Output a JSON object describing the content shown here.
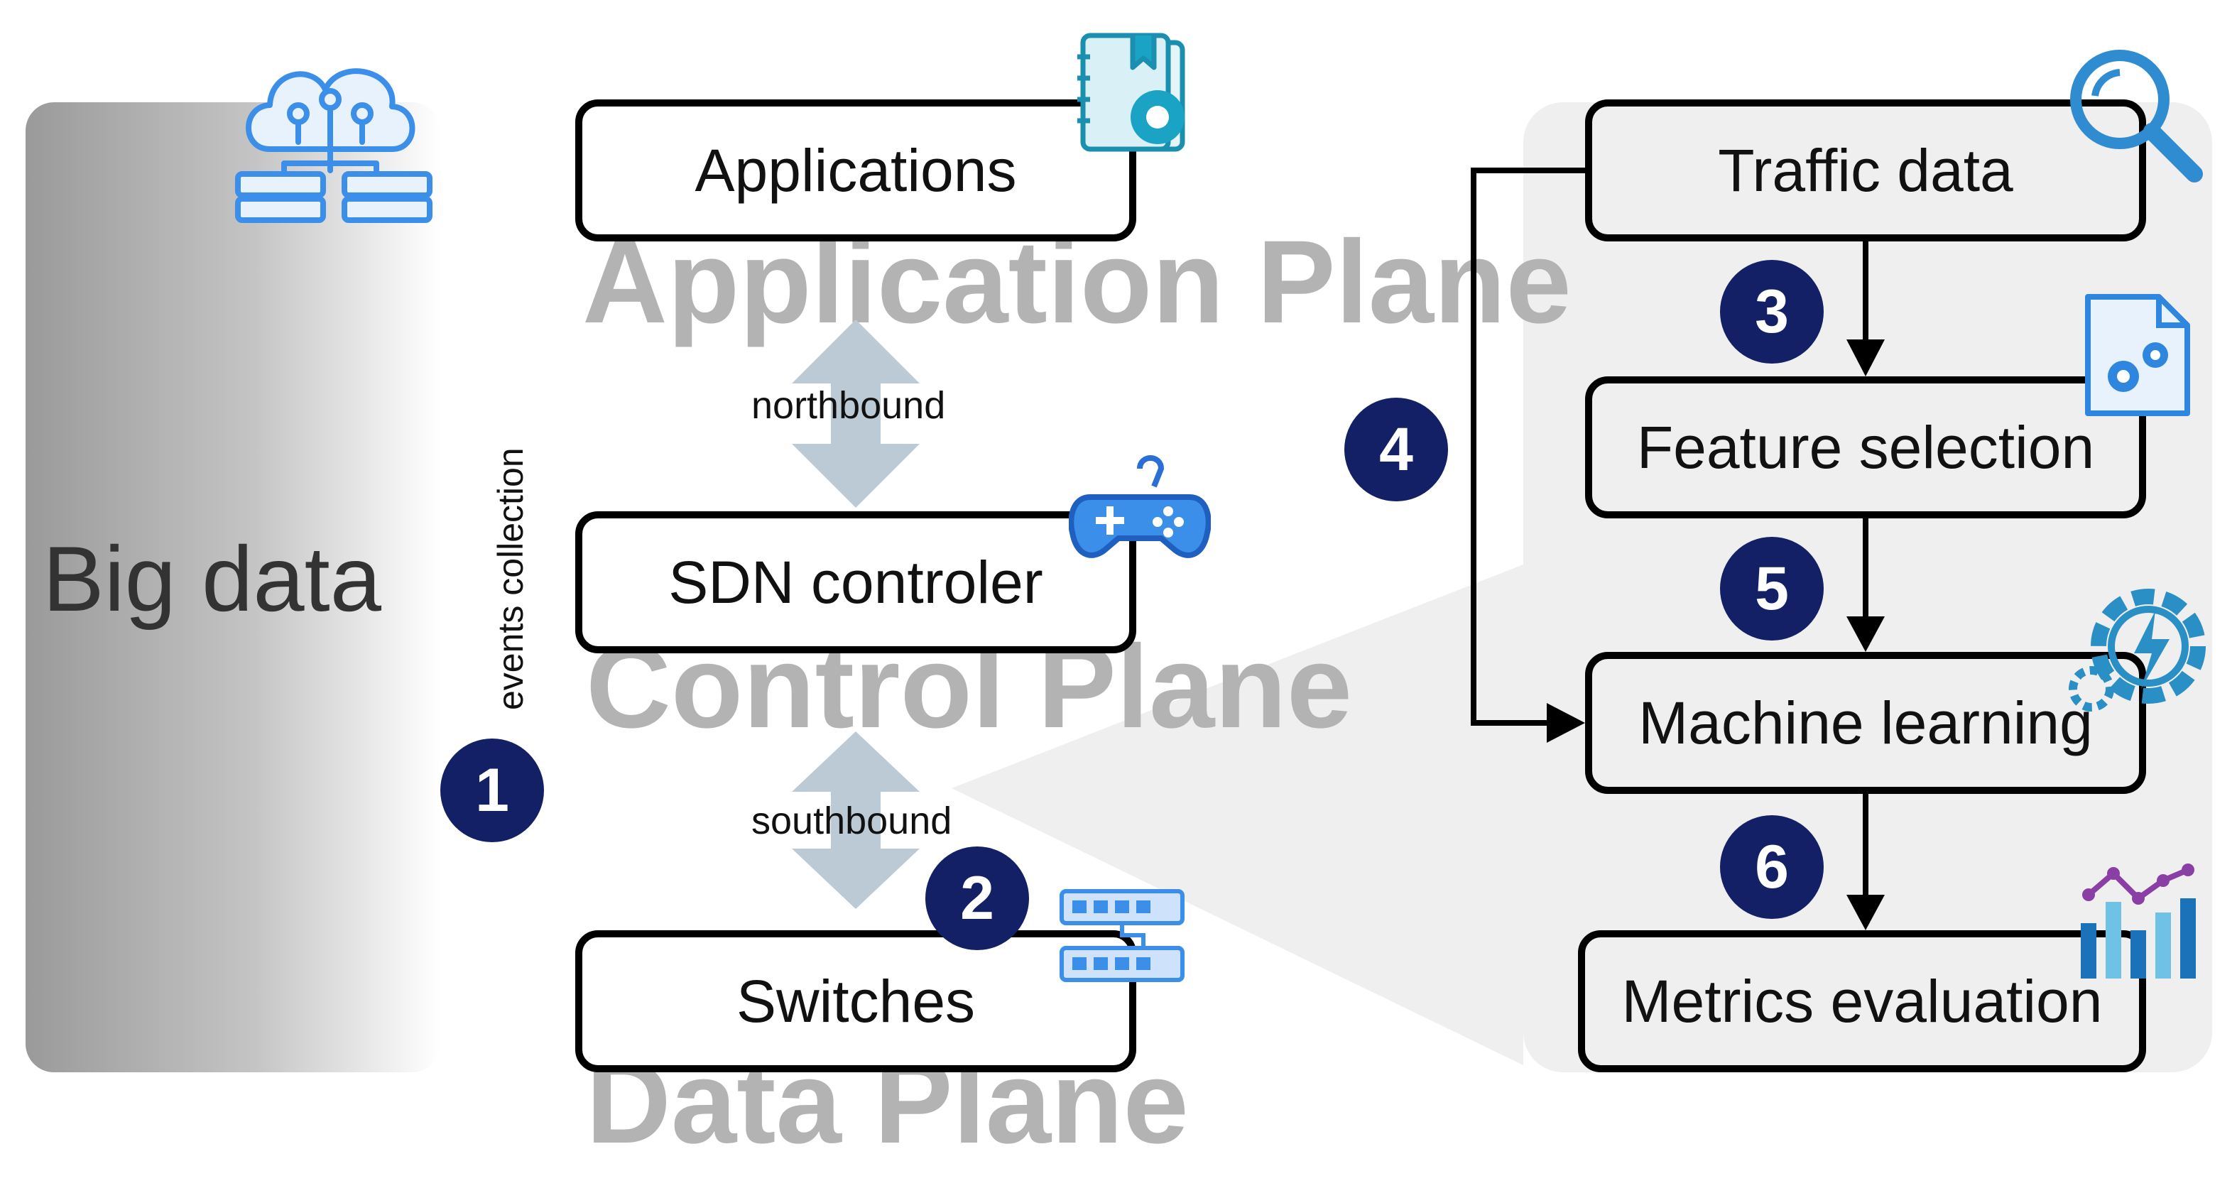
{
  "big_data": {
    "label": "Big data",
    "side_label": "events collection"
  },
  "planes": {
    "application": "Application Plane",
    "control": "Control Plane",
    "data": "Data Plane"
  },
  "left_boxes": {
    "applications": "Applications",
    "sdn_controller": "SDN controler",
    "switches": "Switches"
  },
  "interfaces": {
    "northbound": "northbound",
    "southbound": "southbound"
  },
  "right_boxes": {
    "traffic_data": "Traffic data",
    "feature_selection": "Feature selection",
    "machine_learning": "Machine learning",
    "metrics_evaluation": "Metrics evaluation"
  },
  "steps": {
    "s1": "1",
    "s2": "2",
    "s3": "3",
    "s4": "4",
    "s5": "5",
    "s6": "6"
  },
  "icons": {
    "cloud_server": "cloud-server-icon",
    "app_settings": "notebook-gear-icon",
    "gamepad": "gamepad-icon",
    "switch": "network-switch-icon",
    "search": "magnifier-icon",
    "file_gear": "file-gear-icon",
    "gear_bolt": "gear-lightning-icon",
    "chart": "bar-line-chart-icon"
  },
  "colors": {
    "badge": "#142065",
    "arrow": "#bccad6",
    "plane_text": "#b3b3b3",
    "icon_blue": "#3b8fe8",
    "icon_teal": "#1aa3c4",
    "panel": "#efefef"
  }
}
